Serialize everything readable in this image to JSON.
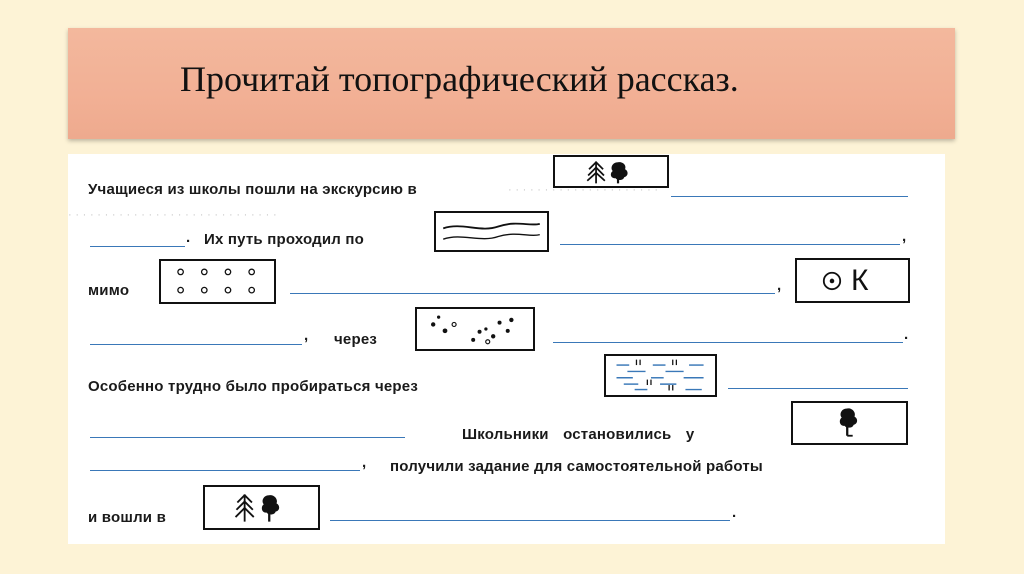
{
  "title": "Прочитай топографический рассказ.",
  "story": {
    "s1": "Учащиеся из школы пошли на экскурсию в",
    "s2_end": ".",
    "s2": "Их путь проходил по",
    "s2_comma": ",",
    "s3": "мимо",
    "s3_comma": ",",
    "s4_comma": ",",
    "s4": "через",
    "s4_end": ".",
    "s5": "Особенно трудно было пробираться через",
    "s6": "Школьники остановились у",
    "s7_comma": ",",
    "s7": "получили задание для самостоятельной работы",
    "s8": "и вошли в",
    "s8_end": "."
  },
  "symbols": {
    "mixed_forest_1": "mixed-forest-icon",
    "road": "dirt-road-icon",
    "orchard": "orchard-icon",
    "well": "well-icon",
    "well_letter": "К",
    "shrubs": "shrubs-icon",
    "swamp": "swamp-icon",
    "deciduous_tree": "deciduous-tree-icon",
    "mixed_forest_2": "mixed-forest-icon"
  },
  "colors": {
    "title_band": "#f2b095",
    "page_background": "#fdf3d6",
    "answer_line": "#3a78b8",
    "swamp_line": "#3a78b8"
  }
}
